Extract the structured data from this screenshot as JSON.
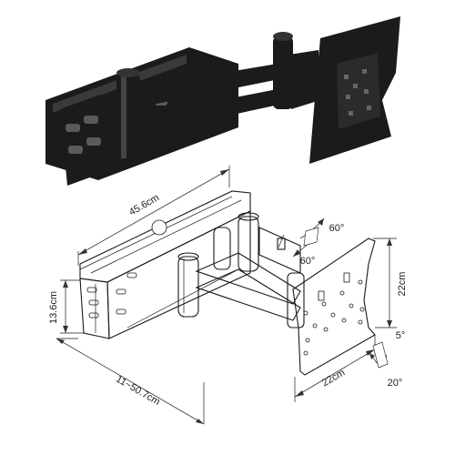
{
  "figure": {
    "dimensions": {
      "width_label": "45.6cm",
      "height_label": "13.6cm",
      "extension_label": "11~50.7cm",
      "plate_height_label": "22cm",
      "plate_width_label": "22cm"
    },
    "angles": {
      "swivel_left": "60°",
      "swivel_right": "60°",
      "tilt_up": "5°",
      "tilt_down": "20°"
    },
    "colors": {
      "photo_metal": "#1b1b1b",
      "line_art": "#1a1a1a"
    }
  }
}
